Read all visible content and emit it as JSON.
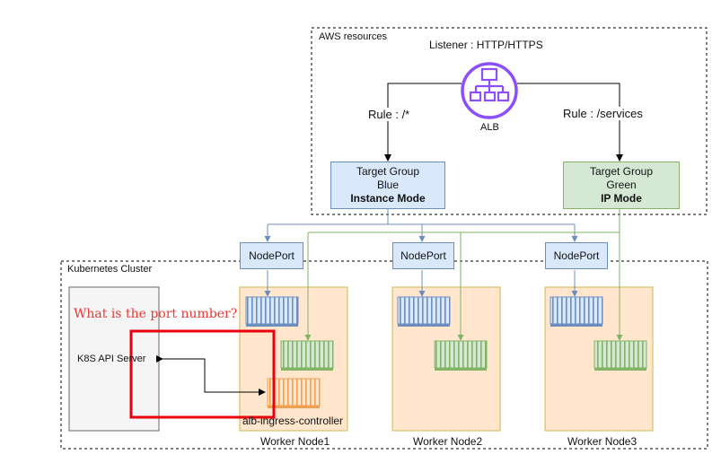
{
  "aws": {
    "region_label": "AWS resources",
    "listener_label": "Listener : HTTP/HTTPS",
    "alb_label": "ALB",
    "alb_icon": "load-balancer-icon",
    "rule_left": "Rule : /*",
    "rule_right": "Rule : /services",
    "tg_blue": {
      "line1": "Target Group",
      "line2": "Blue",
      "line3": "Instance Mode"
    },
    "tg_green": {
      "line1": "Target Group",
      "line2": "Green",
      "line3": "IP Mode"
    }
  },
  "cluster": {
    "label": "Kubernetes Cluster",
    "api_server": "K8S API Server",
    "question": "What is the port number?",
    "nodeports": [
      "NodePort",
      "NodePort",
      "NodePort"
    ],
    "workers": [
      "Worker Node1",
      "Worker Node2",
      "Worker Node3"
    ],
    "controller": "alb-ingress-controller"
  },
  "colors": {
    "alb": "#8c4fff",
    "blue_line": "#6c8ebf",
    "green_line": "#82b366",
    "orange": "#f0a050",
    "highlight": "#e8000d",
    "question": "#e53935"
  }
}
